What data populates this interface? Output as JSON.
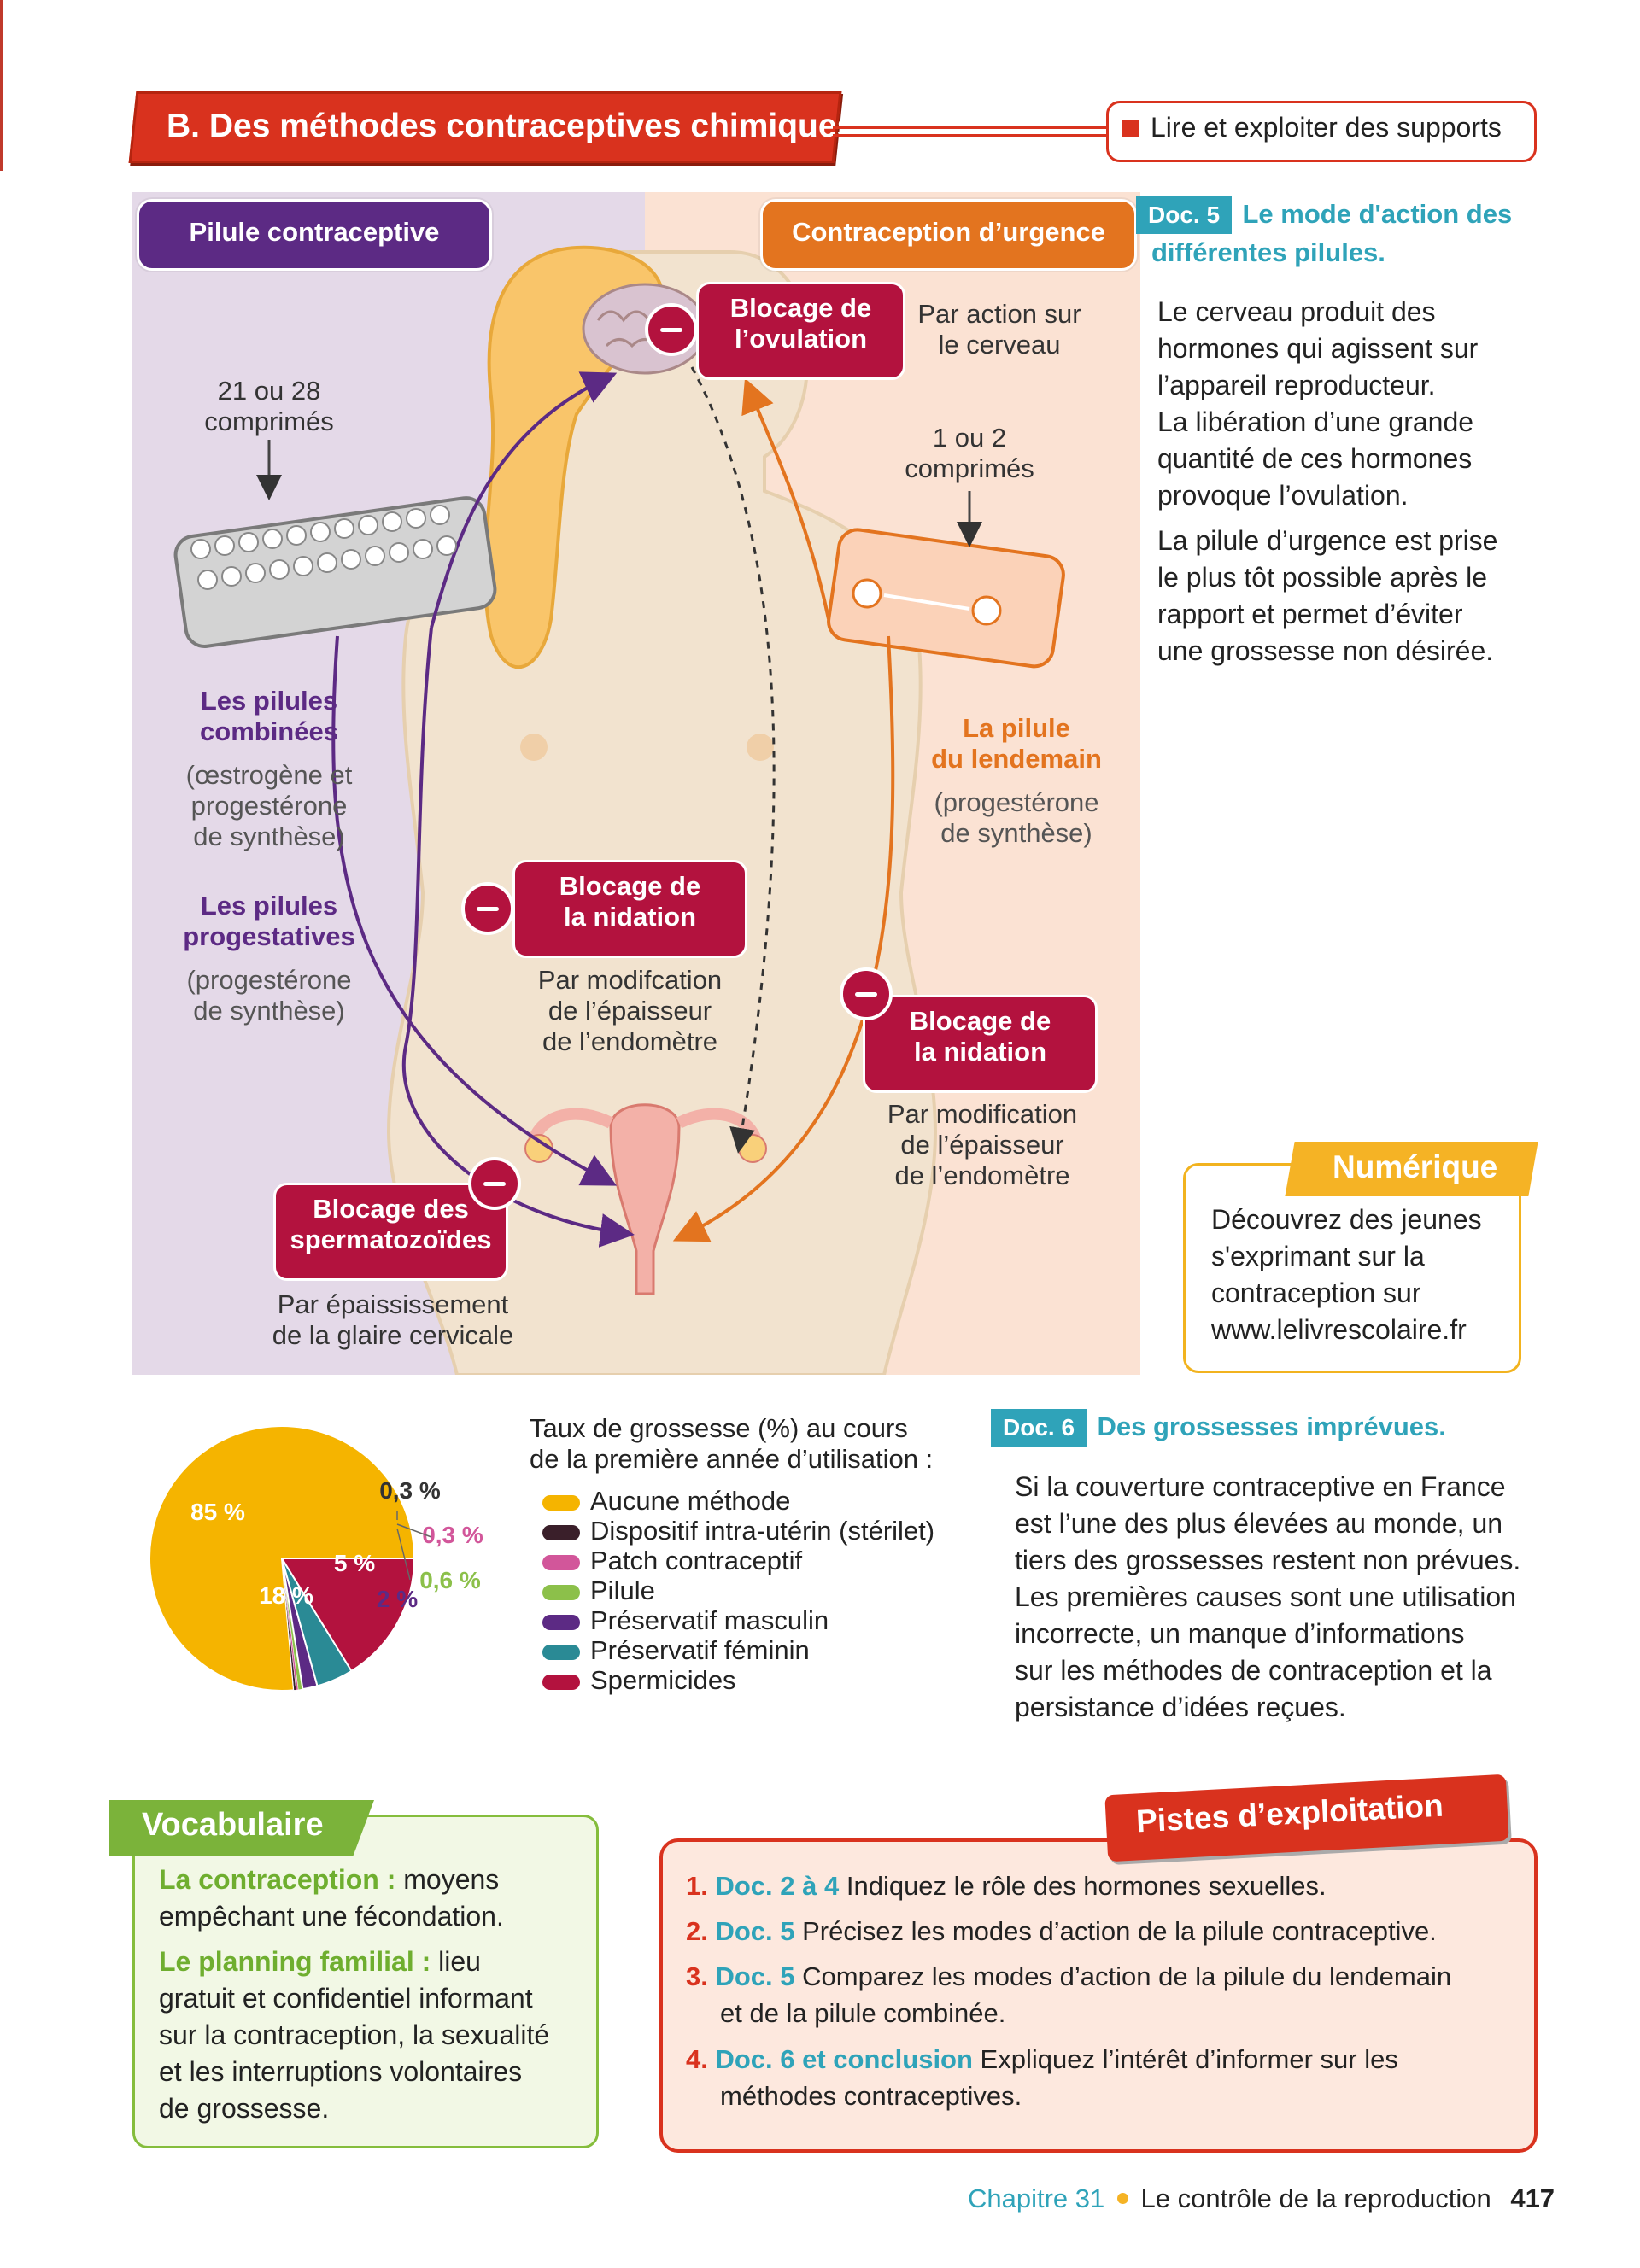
{
  "header": {
    "section_title": "B. Des méthodes contraceptives chimiques",
    "skill": "Lire et exploiter des supports"
  },
  "diagram": {
    "left_head": "Pilule contraceptive",
    "right_head": "Contraception d’urgence",
    "pack_left_count_1": "21 ou 28",
    "pack_left_count_2": "comprimés",
    "pack_right_count_1": "1 ou 2",
    "pack_right_count_2": "comprimés",
    "combined_1": "Les pilules",
    "combined_2": "combinées",
    "combined_comp_1": "(œstrogène et",
    "combined_comp_2": "progestérone",
    "combined_comp_3": "de synthèse)",
    "progest_1": "Les pilules",
    "progest_2": "progestatives",
    "progest_comp_1": "(progestérone",
    "progest_comp_2": "de synthèse)",
    "lendemain_1": "La pilule",
    "lendemain_2": "du lendemain",
    "lendemain_comp_1": "(progestérone",
    "lendemain_comp_2": "de synthèse)",
    "block_ovulation_1": "Blocage de",
    "block_ovulation_2": "l’ovulation",
    "ovulation_desc_1": "Par action sur",
    "ovulation_desc_2": "le cerveau",
    "block_nidation_left_1": "Blocage de",
    "block_nidation_left_2": "la nidation",
    "nidation_left_desc_1": "Par modifcation",
    "nidation_left_desc_2": "de l’épaisseur",
    "nidation_left_desc_3": "de l’endomètre",
    "block_nidation_right_1": "Blocage de",
    "block_nidation_right_2": "la nidation",
    "nidation_right_desc_1": "Par modification",
    "nidation_right_desc_2": "de l’épaisseur",
    "nidation_right_desc_3": "de l’endomètre",
    "block_sperm_1": "Blocage des",
    "block_sperm_2": "spermatozoïdes",
    "sperm_desc_1": "Par épaississement",
    "sperm_desc_2": "de la glaire cervicale",
    "colors": {
      "purple": "#5c2a84",
      "orange": "#e3741f",
      "block": "#b3123e"
    }
  },
  "doc5": {
    "tag": "Doc. 5",
    "title_1": "Le mode d'action des",
    "title_2": "différentes pilules.",
    "p1": [
      "Le cerveau produit des",
      "hormones qui agissent sur",
      "l’appareil reproducteur.",
      "La libération d’une grande",
      "quantité de ces hormones",
      "provoque l’ovulation."
    ],
    "p2": [
      "La pilule d’urgence est prise",
      "le plus tôt possible après le",
      "rapport et permet d’éviter",
      "une grossesse non désirée."
    ]
  },
  "numerique": {
    "tag": "Numérique",
    "lines": [
      "Découvrez des jeunes",
      "s'exprimant sur la",
      "contraception sur",
      "www.lelivrescolaire.fr"
    ]
  },
  "chart_data": {
    "type": "pie",
    "title_1": "Taux de grossesse (%) au cours",
    "title_2": "de la première année d’utilisation :",
    "slices": [
      {
        "name": "Aucune méthode",
        "value": 85,
        "label": "85 %",
        "color": "#f5b400"
      },
      {
        "name": "Dispositif intra-utérin (stérilet)",
        "value": 0.3,
        "label": "0,3 %",
        "color": "#3a1f2a"
      },
      {
        "name": "Patch contraceptif",
        "value": 0.3,
        "label": "0,3 %",
        "color": "#d2569a"
      },
      {
        "name": "Pilule",
        "value": 0.6,
        "label": "0,6 %",
        "color": "#8cc04a"
      },
      {
        "name": "Préservatif masculin",
        "value": 2,
        "label": "2 %",
        "color": "#5c2a84"
      },
      {
        "name": "Préservatif féminin",
        "value": 5,
        "label": "5 %",
        "color": "#2a8a95"
      },
      {
        "name": "Spermicides",
        "value": 18,
        "label": "18 %",
        "color": "#b3123e"
      }
    ]
  },
  "doc6": {
    "tag": "Doc. 6",
    "title": "Des grossesses imprévues.",
    "lines": [
      "Si la couverture contraceptive en France",
      "est l’une des plus élevées au monde, un",
      "tiers des grossesses restent non prévues.",
      "Les premières causes sont une utilisation",
      "incorrecte, un manque d’informations",
      "sur les méthodes de contraception et la",
      "persistance d’idées reçues."
    ]
  },
  "vocab": {
    "title": "Vocabulaire",
    "term1": "La contraception :",
    "def1_a": " moyens",
    "def1_b": "empêchant une fécondation.",
    "term2": "Le planning familial :",
    "def2_a": " lieu",
    "def2_lines": [
      "gratuit et confidentiel informant",
      "sur la contraception, la sexualité",
      "et les interruptions volontaires",
      "de grossesse."
    ]
  },
  "pistes": {
    "title": "Pistes d’exploitation",
    "items": [
      {
        "num": "1.",
        "doc": "Doc. 2 à 4",
        "text": " Indiquez le rôle des hormones sexuelles.",
        "text2": ""
      },
      {
        "num": "2.",
        "doc": "Doc. 5",
        "text": " Précisez les modes d’action de la pilule contraceptive.",
        "text2": ""
      },
      {
        "num": "3.",
        "doc": "Doc. 5",
        "text": " Comparez les modes d’action de la pilule du lendemain",
        "text2": "et de la pilule combinée."
      },
      {
        "num": "4.",
        "doc": "Doc. 6 et conclusion",
        "text": " Expliquez l’intérêt d’informer sur les",
        "text2": "méthodes contraceptives."
      }
    ]
  },
  "footer": {
    "chapter": "Chapitre 31",
    "title": "Le contrôle de la reproduction",
    "page": "417"
  }
}
